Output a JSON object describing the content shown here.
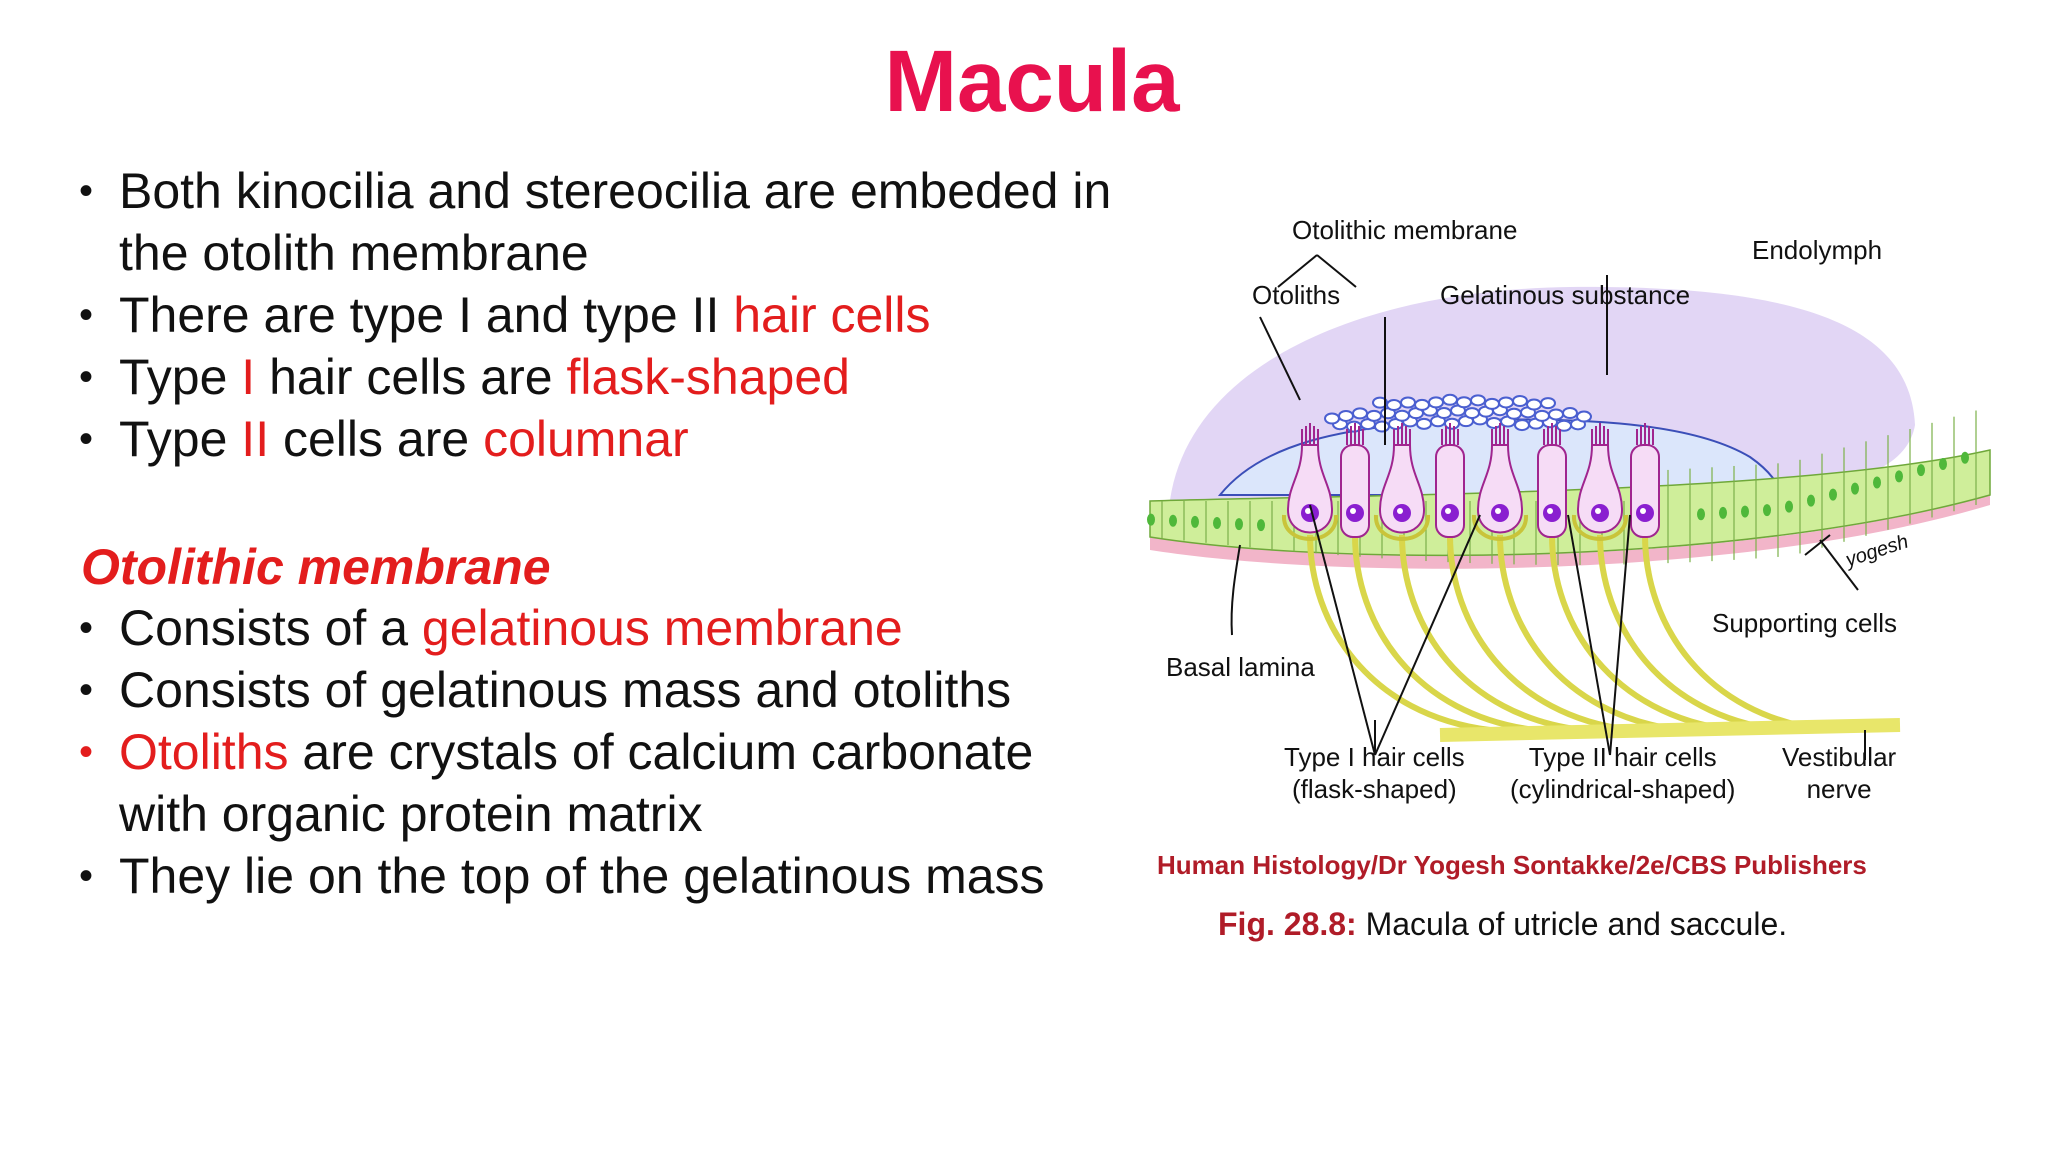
{
  "slide": {
    "title": "Macula",
    "bullets": [
      {
        "parts": [
          {
            "text": "Both kinocilia and stereocilia are embeded in the otolith membrane",
            "red": false
          }
        ]
      },
      {
        "parts": [
          {
            "text": "There are type I and type II ",
            "red": false
          },
          {
            "text": "hair  cells",
            "red": true
          }
        ]
      },
      {
        "parts": [
          {
            "text": "Type ",
            "red": false
          },
          {
            "text": "I",
            "red": true
          },
          {
            "text": " hair cells are ",
            "red": false
          },
          {
            "text": "flask-shaped",
            "red": true
          }
        ]
      },
      {
        "parts": [
          {
            "text": "Type ",
            "red": false
          },
          {
            "text": "II",
            "red": true
          },
          {
            "text": " cells are ",
            "red": false
          },
          {
            "text": "columnar",
            "red": true
          }
        ]
      }
    ],
    "subheading": "Otolithic membrane",
    "bullets2": [
      {
        "parts": [
          {
            "text": "Consists of a ",
            "red": false
          },
          {
            "text": "gelatinous membrane",
            "red": true
          }
        ]
      },
      {
        "parts": [
          {
            "text": "Consists of gelatinous mass and otoliths",
            "red": false
          }
        ]
      },
      {
        "red_bullet": true,
        "parts": [
          {
            "text": "Otoliths",
            "red": true
          },
          {
            "text": " are crystals of calcium carbonate with organic protein matrix",
            "red": false
          }
        ]
      },
      {
        "parts": [
          {
            "text": "They lie on the top of the gelatinous mass",
            "red": false
          }
        ]
      }
    ],
    "bullet_symbol": "•"
  },
  "figure": {
    "labels": {
      "otolithic_membrane": "Otolithic membrane",
      "endolymph": "Endolymph",
      "otoliths": "Otoliths",
      "gelatinous_substance": "Gelatinous substance",
      "signature": "yogesh",
      "supporting_cells": "Supporting cells",
      "basal_lamina": "Basal lamina",
      "type1_line1": "Type I hair cells",
      "type1_line2": "(flask-shaped)",
      "type2_line1": "Type II hair cells",
      "type2_line2": "(cylindrical-shaped)",
      "vestibular_line1": "Vestibular",
      "vestibular_line2": "nerve"
    },
    "credit": "Human Histology/Dr Yogesh Sontakke/2e/CBS Publishers",
    "caption_prefix": "Fig. 28.8:",
    "caption_text": " Macula of utricle and saccule.",
    "colors": {
      "endolymph": "#e2d6f5",
      "gel": "#dbe6fb",
      "otoliths": "#5b6fd6",
      "epithelium": "#cfee9a",
      "nuclei": "#4fb83a",
      "hair_cell": "#f6dcf6",
      "hair_nucleus": "#8a1fd0",
      "nerve": "#e8e66a",
      "basal_lamina": "#f2b5c9"
    }
  }
}
